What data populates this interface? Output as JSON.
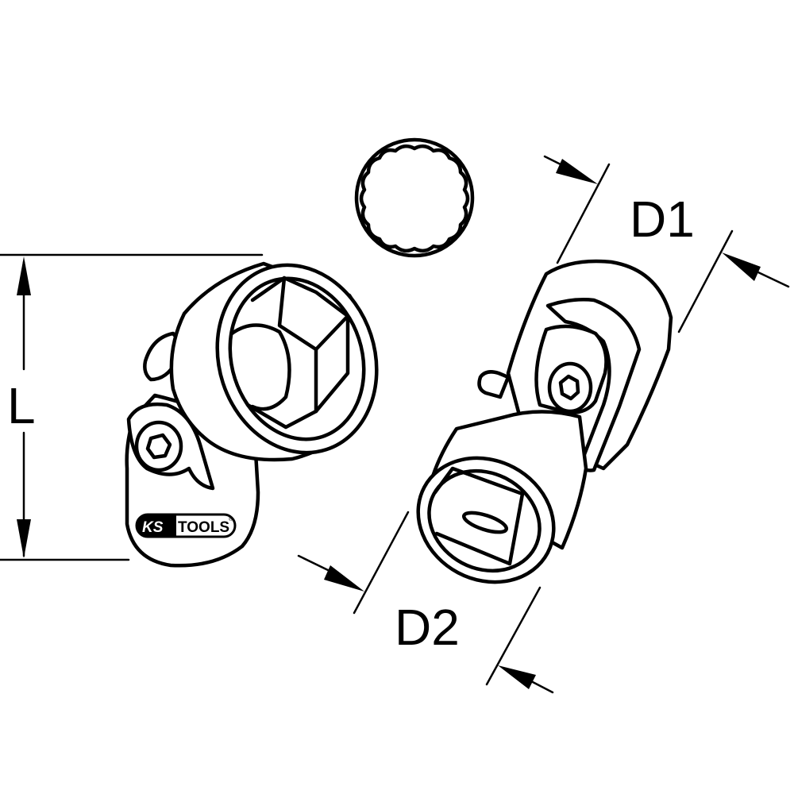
{
  "diagram": {
    "subject": "Universal joint socket, 12-point profile (technical line drawing)",
    "colors": {
      "line": "#000000",
      "background": "#ffffff"
    },
    "dimensions": {
      "length": {
        "label": "L"
      },
      "drive_end_diameter": {
        "label": "D1"
      },
      "socket_end_diameter": {
        "label": "D2"
      }
    },
    "profile_view": {
      "points": 12,
      "description": "12-point (bi-hex) socket profile"
    },
    "logo": {
      "left": "KS",
      "right": "TOOLS",
      "registered": "®"
    }
  }
}
